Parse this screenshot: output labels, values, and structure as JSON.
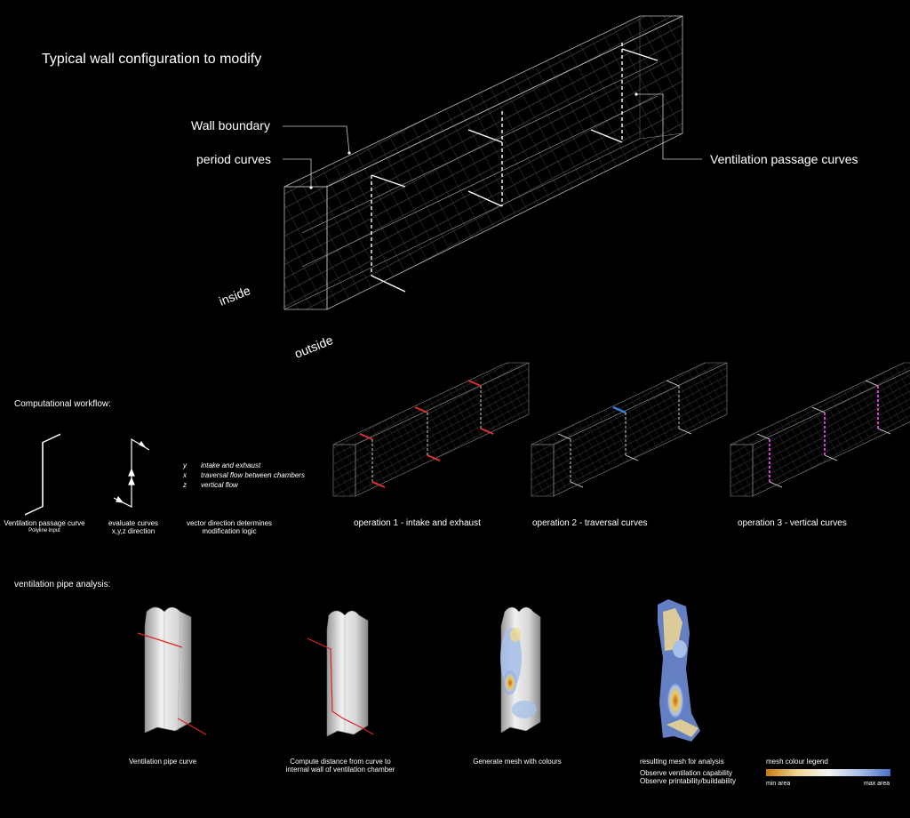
{
  "top": {
    "title": "Typical wall configuration to modify",
    "labels": {
      "wall_boundary": "Wall boundary",
      "period_curves": "period curves",
      "ventilation_curves": "Ventilation passage curves",
      "inside": "inside",
      "outside": "outside"
    }
  },
  "workflow": {
    "heading": "Computational workflow:",
    "steps": [
      {
        "title": "Ventilation passage curve",
        "sub": "Polyline input"
      },
      {
        "title": "evaluate curves",
        "sub": "x,y,z direction"
      },
      {
        "title": "vector direction determines",
        "sub": "modification logic"
      }
    ],
    "axes_legend": [
      {
        "axis": "y",
        "text": "intake and exhaust"
      },
      {
        "axis": "x",
        "text": "traversal flow between chambers"
      },
      {
        "axis": "z",
        "text": "vertical flow"
      }
    ],
    "operations": [
      {
        "label": "operation 1 - intake and exhaust",
        "highlight_color": "#e03030"
      },
      {
        "label": "operation 2 - traversal curves",
        "highlight_color": "#3a7fe0"
      },
      {
        "label": "operation 3 - vertical curves",
        "highlight_color": "#d040d0"
      }
    ]
  },
  "analysis": {
    "heading": "ventilation pipe analysis:",
    "steps": [
      {
        "caption": "Ventilation pipe curve"
      },
      {
        "caption": "Compute distance from curve to",
        "caption2": "internal wall of ventilation chamber"
      },
      {
        "caption": "Generate mesh with colours"
      },
      {
        "caption": "resulting mesh for analysis",
        "notes": [
          "Observe ventilation capability",
          "Observe printability/buildability"
        ]
      }
    ],
    "legend": {
      "title": "mesh colour legend",
      "min_label": "min area",
      "max_label": "max area",
      "gradient": [
        "#c8780a",
        "#f0d890",
        "#f4f4f4",
        "#a8c0e8",
        "#4a6fc8"
      ]
    }
  }
}
